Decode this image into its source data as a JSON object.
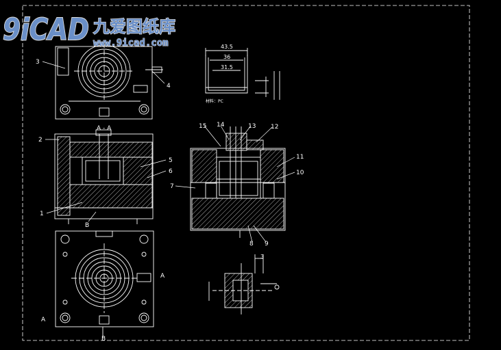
{
  "watermark": {
    "logo": "9iCAD",
    "title_cn": "九爱图纸库",
    "url": "www.9icad.com"
  },
  "colors": {
    "background": "#000000",
    "line": "#ffffff",
    "watermark_blue": "#6a8fc8",
    "watermark_grey": "#dddddd"
  },
  "section_labels": {
    "aa": "A - A",
    "a": "A",
    "b": "B"
  },
  "part_numbers": {
    "p1": "1",
    "p2": "2",
    "p3": "3",
    "p4": "4",
    "p5": "5",
    "p6": "6",
    "p7": "7",
    "p8": "8",
    "p9": "9",
    "p10": "10",
    "p11": "11",
    "p12": "12",
    "p13": "13",
    "p14": "14",
    "p15": "15"
  },
  "dimensions": {
    "d435": "43.5",
    "d36": "36",
    "d315": "31.5",
    "d3": "3"
  },
  "part_note": "材料：PC"
}
